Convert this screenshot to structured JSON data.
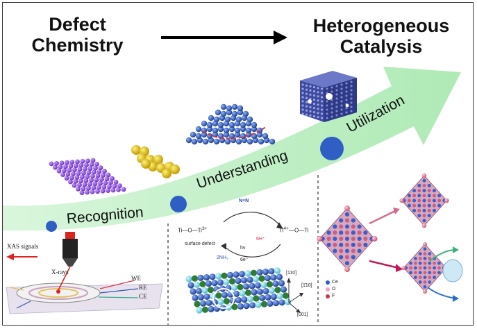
{
  "header": {
    "left_title_line1": "Defect",
    "left_title_line2": "Chemistry",
    "right_title_line1": "Heterogeneous",
    "right_title_line2": "Catalysis"
  },
  "stages": [
    {
      "label": "Recognition"
    },
    {
      "label": "Understanding"
    },
    {
      "label": "Utilization"
    }
  ],
  "xas_panel": {
    "signal_label": "XAS signals",
    "xray_label": "X-rays",
    "we_label": "WE",
    "re_label": "RE",
    "ce_label": "CE"
  },
  "mechanism_panel": {
    "n2_label": "N≡N",
    "surface_defect_label": "surface defect",
    "hv_label": "hν",
    "nh3_label": "2NH₃",
    "electrons_label": "6e⁻",
    "protons_label": "6H⁺",
    "axis_110_label": "[110]",
    "axis_1bar10_label": "[1̄10]",
    "axis_001_label": "[001]"
  },
  "catalyst_panel": {
    "legend_ce": "Ce",
    "legend_o": "O",
    "legend_f": "F"
  },
  "colors": {
    "arrow_green": "#bff0c4",
    "node_blue": "#2f5fc4",
    "purple_sheet": "#8a4fd6",
    "gold": "#e2c31a",
    "navy_sphere": "#2c4a8c"
  }
}
